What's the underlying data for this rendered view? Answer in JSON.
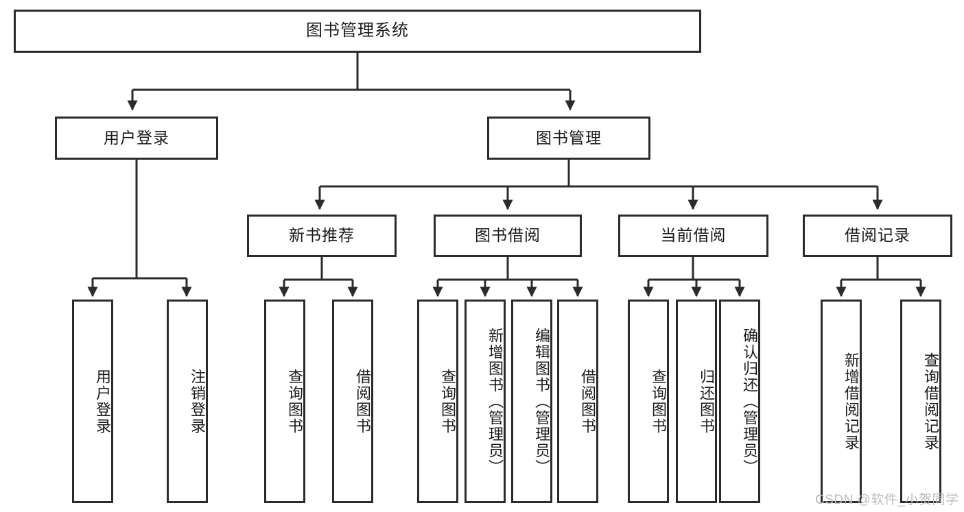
{
  "diagram": {
    "type": "tree",
    "title": "图书管理系统",
    "root": {
      "label": "图书管理系统"
    },
    "level2": [
      {
        "label": "用户登录"
      },
      {
        "label": "图书管理"
      }
    ],
    "level3": [
      {
        "label": "新书推荐"
      },
      {
        "label": "图书借阅"
      },
      {
        "label": "当前借阅"
      },
      {
        "label": "借阅记录"
      }
    ],
    "leaves": {
      "user_login": [
        {
          "label": "用户登录"
        },
        {
          "label": "注销登录"
        }
      ],
      "new_book_recommend": [
        {
          "label": "查询图书"
        },
        {
          "label": "借阅图书"
        }
      ],
      "book_borrow": [
        {
          "label": "查询图书"
        },
        {
          "label": "新增图书（管理员）"
        },
        {
          "label": "编辑图书（管理员）"
        },
        {
          "label": "借阅图书"
        }
      ],
      "current_borrow": [
        {
          "label": "查询图书"
        },
        {
          "label": "归还图书"
        },
        {
          "label": "确认归还（管理员）"
        }
      ],
      "borrow_record": [
        {
          "label": "新增借阅记录"
        },
        {
          "label": "查询借阅记录"
        }
      ]
    }
  },
  "watermark": {
    "text": "CSDN @软件_小贺同学"
  },
  "colors": {
    "stroke": "#2b2b2b",
    "fill": "#ffffff",
    "text": "#1a1a1a",
    "watermark": "#b9bcc0"
  }
}
